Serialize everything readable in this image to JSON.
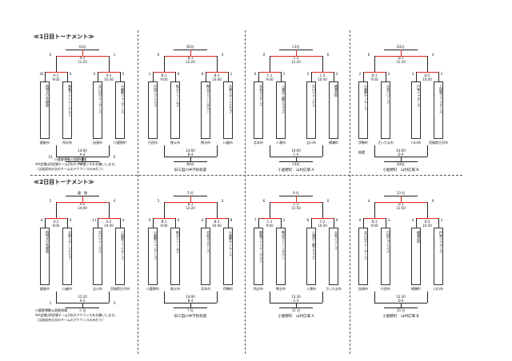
{
  "titles": {
    "day1": "≪1日目トーナメント≫",
    "day2": "≪2日目トーナメント≫"
  },
  "day1": [
    {
      "top": "A1位",
      "final": {
        "label": "A-3",
        "time": "12:20",
        "sl": "0",
        "sr": "1"
      },
      "left": {
        "label": "A-1",
        "time": "9:00",
        "o1": "20",
        "o2": "0"
      },
      "right": {
        "label": "A-2",
        "time": "10:40",
        "o1": "0",
        "o2": "5"
      },
      "teams": [
        {
          "name": "西埼玉少年野球",
          "city": "飯能市"
        },
        {
          "name": "東亀ライトイーグルス",
          "city": "所沢市"
        },
        {
          "name": "北川辺ウイーザーズ",
          "city": "加須市"
        },
        {
          "name": "小鹿野ジュニアーズ",
          "city": "小鹿野町"
        }
      ],
      "cons": {
        "label": "A-4",
        "time": "14:00",
        "sl": "23",
        "sr": "0"
      },
      "bottom": "A4位",
      "venue": "小鹿野運動公園野球場"
    },
    {
      "top": "B1位",
      "final": {
        "label": "B-3",
        "time": "12:20",
        "sl": "0",
        "sr": "4"
      },
      "left": {
        "label": "B-1",
        "time": "9:00",
        "o1": "1",
        "o2": "9"
      },
      "right": {
        "label": "B-2",
        "time": "10:40",
        "o1": "8",
        "o2": "1"
      },
      "teams": [
        {
          "name": "行田アプレイズ",
          "city": "行田市"
        },
        {
          "name": "秩父ドリームズ",
          "city": "秩父市"
        },
        {
          "name": "熊谷グリーンタウン",
          "city": "熊谷市"
        },
        {
          "name": "大東スポーツクラブ",
          "city": "川越市"
        }
      ],
      "cons": {
        "label": "B-4",
        "time": "14:00",
        "sl": "",
        "sr": ""
      },
      "bottom": "B4位",
      "venue": "旧三田川中学校校庭"
    },
    {
      "top": "C1位",
      "final": {
        "label": "C-3",
        "time": "12:20",
        "sl": "0",
        "sr": "6"
      },
      "left": {
        "label": "C-1",
        "time": "9:00",
        "o1": "0",
        "o2": "1"
      },
      "right": {
        "label": "C-2",
        "time": "10:40",
        "o1": "5",
        "o2": "3"
      },
      "teams": [
        {
          "name": "北本Oスターズ",
          "city": "北本市"
        },
        {
          "name": "八潮市三郷クラブズ",
          "city": "八潮市"
        },
        {
          "name": "吉川ウイングス",
          "city": "吉川市"
        },
        {
          "name": "横瀬武甲",
          "city": "横瀬町"
        }
      ],
      "cons": {
        "label": "C-4",
        "time": "14:00",
        "sl": "",
        "sr": ""
      },
      "bottom": "C4位",
      "venue": "小鹿野町　山村広場 A"
    },
    {
      "top": "D1位",
      "final": {
        "label": "D-3",
        "time": "12:20",
        "sl": "0",
        "sr": "4"
      },
      "left": {
        "label": "D-1",
        "time": "9:00",
        "o1": "2",
        "o2": "3"
      },
      "right": {
        "label": "D-2",
        "time": "10:40",
        "o1": "3",
        "o2": "2"
      },
      "teams": [
        {
          "name": "小鹿野ヤンキース",
          "city": "伊勢町"
        },
        {
          "name": "大宮パワーズ",
          "city": "さいたま市"
        },
        {
          "name": "戸塚ジャガーズ",
          "city": "川口市"
        },
        {
          "name": "上級里ファイターズ",
          "city": "茨城県古河市"
        }
      ],
      "cons": {
        "label": "D-4",
        "time": "14:00",
        "sl": "",
        "sr": ""
      },
      "bottom": "D4位",
      "venue": "小鹿野町　山村広場 B",
      "extra": "抽選"
    }
  ],
  "day1_notes": [
    "※A会場はB会場チーム2名のアナウンスをお願いします。",
    "（当該試合の次のチームのアナウンスのみ行う）"
  ],
  "day2": [
    {
      "top": "優　勝",
      "final": {
        "label": "A-4",
        "time": "14:00",
        "sl": "5",
        "sr": "4"
      },
      "left": {
        "label": "A-1",
        "time": "9:00",
        "o1": "4",
        "o2": "0"
      },
      "right": {
        "label": "A-2",
        "time": "10:40",
        "o1": "11",
        "o2": "4"
      },
      "teams": [
        {
          "name": "西埼玉少年野球",
          "city": "飯能市"
        },
        {
          "name": "大東スポーツクラブ",
          "city": "川越市"
        },
        {
          "name": "吉川ウイングス",
          "city": "吉川市"
        },
        {
          "name": "上級里ファイターズ",
          "city": "茨城県古河市"
        }
      ],
      "cons": {
        "label": "A-3",
        "time": "12:20",
        "sl": "1",
        "sr": "3"
      },
      "bottom": "３ 位",
      "venue": "小鹿野運動公園野球場"
    },
    {
      "top": "5 位",
      "final": {
        "label": "B-3",
        "time": "12:20",
        "sl": "5",
        "sr": "0"
      },
      "left": {
        "label": "B-1",
        "time": "9:00",
        "o1": "9",
        "o2": "0"
      },
      "right": {
        "label": "B-2",
        "time": "10:40",
        "o1": "4",
        "o2": "8"
      },
      "teams": [
        {
          "name": "小鹿野ジュニアーズ",
          "city": "小鹿野町"
        },
        {
          "name": "秩父ドリームズ",
          "city": "秩父市"
        },
        {
          "name": "北本Oスターズ",
          "city": "北本市"
        },
        {
          "name": "小鹿野ヤンキース",
          "city": "伊勢町"
        }
      ],
      "cons": {
        "label": "B-4",
        "time": "14:00",
        "sl": "",
        "sr": ""
      },
      "bottom": "7 位",
      "venue": "旧三田川中学校校庭"
    },
    {
      "top": "9 位",
      "final": {
        "label": "C-3",
        "time": "11:50",
        "sl": "6",
        "sr": "0"
      },
      "left": {
        "label": "C-1",
        "time": "9:00",
        "o1": "7",
        "o2": "1"
      },
      "right": {
        "label": "C-2",
        "time": "10:30",
        "o1": "8",
        "o2": "0"
      },
      "teams": [
        {
          "name": "東亀ライトイーグルス",
          "city": "所沢市"
        },
        {
          "name": "熊谷グリーンタウン",
          "city": "熊谷市"
        },
        {
          "name": "八潮市三郷クラブズ",
          "city": "八潮市"
        },
        {
          "name": "大宮パワーズ",
          "city": "さいたま市"
        }
      ],
      "cons": {
        "label": "C-4",
        "time": "13:30",
        "sl": "",
        "sr": ""
      },
      "bottom": "11 位",
      "venue": "小鹿野町　山村広場 A"
    },
    {
      "top": "13 位",
      "final": {
        "label": "D-3",
        "time": "11:50",
        "sl": "4",
        "sr": "0"
      },
      "left": {
        "label": "D-1",
        "time": "9:00",
        "o1": "0",
        "o2": "3"
      },
      "right": {
        "label": "D-2",
        "time": "10:30",
        "o1": "4",
        "o2": "2"
      },
      "teams": [
        {
          "name": "北川辺ウイーザーズ",
          "city": "加須市"
        },
        {
          "name": "行田アプレイズ",
          "city": "行田市"
        },
        {
          "name": "横瀬武甲",
          "city": "横瀬町"
        },
        {
          "name": "戸塚ジャガーズ",
          "city": "川口市"
        }
      ],
      "cons": {
        "label": "D-4",
        "time": "13:30",
        "sl": "",
        "sr": ""
      },
      "bottom": "15 位",
      "venue": "小鹿野町　山村広場 B"
    }
  ],
  "day2_notes": [
    "小鹿野運動公園野球場",
    "※A会場はB会場チーム2名のアナウンスをお願いします。",
    "（当該試合の次のチームのアナウンスのみ行う）"
  ]
}
